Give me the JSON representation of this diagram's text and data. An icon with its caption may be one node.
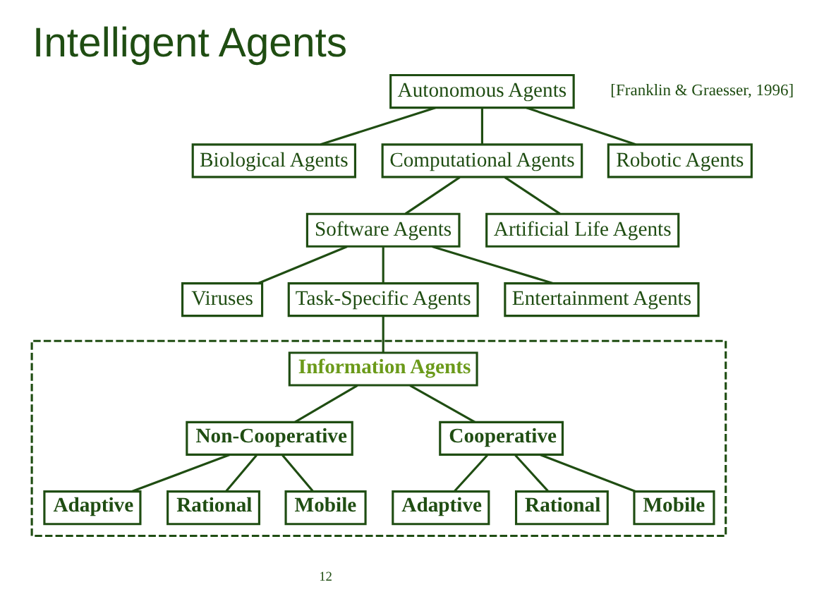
{
  "diagram": {
    "title": "Intelligent Agents",
    "nodes": [
      {
        "text": [
          "Autonomous Agents"
        ]
      },
      {
        "text": [
          "Biological Agents"
        ]
      },
      {
        "text": [
          "Computational Agents"
        ]
      },
      {
        "text": [
          "Robotic Agents"
        ]
      },
      {
        "text": [
          "Software Agents"
        ]
      },
      {
        "text": [
          "Artificial Life Agents"
        ]
      },
      {
        "text": [
          "Viruses"
        ]
      },
      {
        "text": [
          "Task-Specific Agents"
        ]
      },
      {
        "text": [
          "Entertainment Agents"
        ]
      },
      {
        "text": [],
        "shape": "box"
      },
      {
        "text": [
          "Information Agents"
        ],
        "in": 9
      },
      {
        "text": [
          "Non-Cooperative"
        ],
        "in": 9
      },
      {
        "text": [
          "Cooperative"
        ],
        "in": 9
      },
      {
        "text": [
          "Adaptive"
        ],
        "in": 9
      },
      {
        "text": [
          "Rational"
        ],
        "in": 9
      },
      {
        "text": [
          "Mobile"
        ],
        "in": 9
      },
      {
        "text": [
          "Adaptive"
        ],
        "in": 9
      },
      {
        "text": [
          "Rational"
        ],
        "in": 9
      },
      {
        "text": [
          "Mobile"
        ],
        "in": 9
      }
    ],
    "edges": [
      {
        "from": 0,
        "to": 1,
        "arrow": "none"
      },
      {
        "from": 0,
        "to": 2,
        "arrow": "none"
      },
      {
        "from": 0,
        "to": 3,
        "arrow": "none"
      },
      {
        "from": 2,
        "to": 4,
        "arrow": "none"
      },
      {
        "from": 2,
        "to": 5,
        "arrow": "none"
      },
      {
        "from": 4,
        "to": 6,
        "arrow": "none"
      },
      {
        "from": 4,
        "to": 7,
        "arrow": "none"
      },
      {
        "from": 4,
        "to": 8,
        "arrow": "none"
      },
      {
        "from": 7,
        "to": 10,
        "arrow": "none"
      },
      {
        "from": 10,
        "to": 11,
        "arrow": "none"
      },
      {
        "from": 10,
        "to": 12,
        "arrow": "none"
      },
      {
        "from": 11,
        "to": 13,
        "arrow": "none"
      },
      {
        "from": 11,
        "to": 14,
        "arrow": "none"
      },
      {
        "from": 11,
        "to": 15,
        "arrow": "none"
      },
      {
        "from": 12,
        "to": 16,
        "arrow": "none"
      },
      {
        "from": 12,
        "to": 17,
        "arrow": "none"
      },
      {
        "from": 12,
        "to": 18,
        "arrow": "none"
      }
    ],
    "labels": [
      "[Franklin & Graesser, 1996]",
      "12"
    ]
  }
}
